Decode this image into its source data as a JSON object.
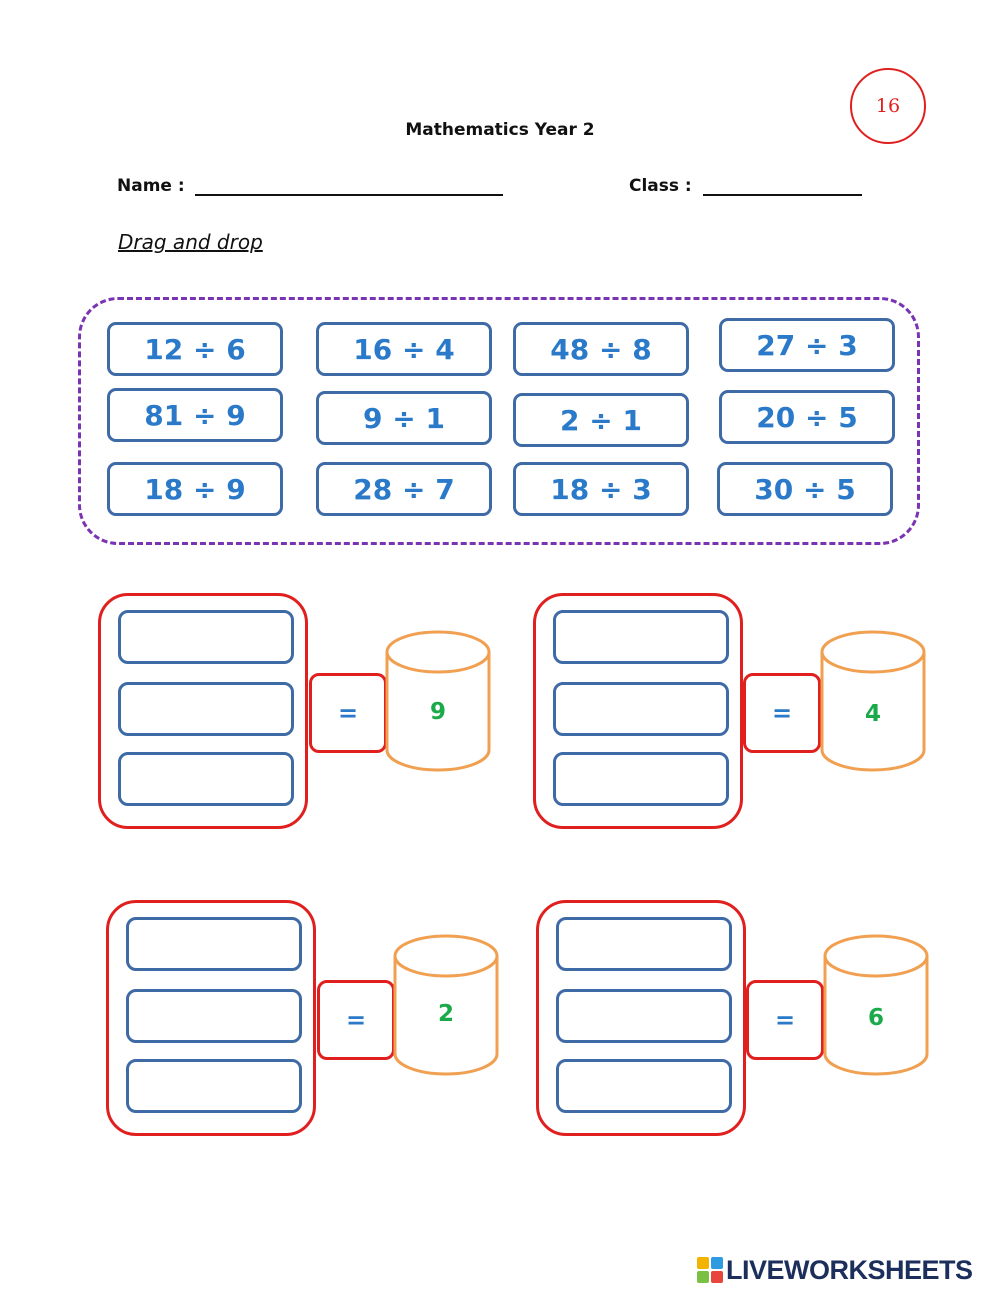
{
  "page_number": "16",
  "title": "Mathematics Year 2",
  "name_label": "Name :",
  "class_label": "Class :",
  "instruction": "Drag and drop",
  "tiles": [
    "12 ÷ 6",
    "16 ÷ 4",
    "48 ÷ 8",
    "27 ÷ 3",
    "81 ÷ 9",
    "9 ÷ 1",
    "2 ÷ 1",
    "20 ÷ 5",
    "18 ÷ 9",
    "28 ÷ 7",
    "18 ÷ 3",
    "30 ÷ 5"
  ],
  "groups": [
    {
      "equals": "=",
      "answer": "9"
    },
    {
      "equals": "=",
      "answer": "4"
    },
    {
      "equals": "=",
      "answer": "2"
    },
    {
      "equals": "=",
      "answer": "6"
    }
  ],
  "logo": {
    "text": "LIVEWORKSHEETS",
    "icon": "liveworksheets-logo-icon"
  },
  "colors": {
    "tile_text": "#2a7ac9",
    "tile_border": "#3e6aa6",
    "group_border": "#e0201f",
    "cylinder": "#f0a050",
    "answer": "#1aaa4a",
    "dashed_border": "#7a33b3"
  }
}
